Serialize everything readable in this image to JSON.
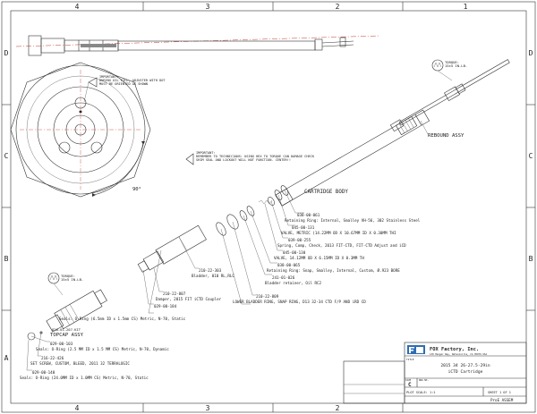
{
  "grid": {
    "cols": [
      "4",
      "3",
      "2",
      "1"
    ],
    "rows": [
      "D",
      "C",
      "B",
      "A"
    ]
  },
  "notes": {
    "important_fill": [
      "IMPORTANT:",
      "DURING OIL FILL, ADJUSTER WITH DOT",
      "MUST BE ORIENTED AS SHOWN"
    ],
    "important_remind": [
      "IMPORTANT:",
      "REMEMBER TO TECHNICIANS: USING HEX TO TORQUE CAN DAMAGE CHECK",
      "SHIM SEAL AND LOCKOUT WILL NOT FUNCTION. CENTER!!"
    ],
    "angle": "90°"
  },
  "torque_labels": {
    "top": [
      "TORQUE:",
      "15±5 IN.LB."
    ],
    "bottom": [
      "TORQUE:",
      "15±5 IN.LB."
    ]
  },
  "assembly_labels": {
    "rebound": "REBOUND ASSY",
    "cartridge": "CARTRIDGE BODY",
    "topcap": "TOPCAP ASSY",
    "topcap_part": "820-01-207-KIT"
  },
  "callouts": [
    {
      "part": "038-00-061",
      "desc": "Retaining Ring: Internal, Smalley VH-56, 302 Stainless Steel"
    },
    {
      "part": "045-00-131",
      "desc": "VALVE, METRIC (14.22MM OD X 10.67MM ID X 0.30MM THI"
    },
    {
      "part": "039-00-255",
      "desc": "Spring, Comp, Check, 2013 FIT-CTD, FIT-CTD Adjust and iCD"
    },
    {
      "part": "045-00-130",
      "desc": "VALVE, 14.12MM OD X 6.15MM ID X 0.3MM TH"
    },
    {
      "part": "038-00-065",
      "desc": "Retaining Ring: Snap, Smalley, Internal, Custom, Ø.923 BORE"
    },
    {
      "part": "241-01-026",
      "desc": "Bladder retainer, Oil RC2"
    },
    {
      "part": "210-22-809",
      "desc": "LOWER BLADDER RING, SNAP RING, D13 32-34 CTD F/P AND iRD CD"
    },
    {
      "part": "210-22-303",
      "desc": "Bladder, 010 RL,RLC"
    },
    {
      "part": "210-22-807",
      "desc": "Damper, 2015 FIT iCTD Coupler"
    },
    {
      "part": "029-00-184",
      "desc": "Seals: O-Ring (6.5mm ID x 1.5mm CS) Metric, N-70, Static"
    },
    {
      "part": "029-00-103",
      "desc": "Seals: O-Ring (2.5 MM ID x 1.5 MM CS) Metric, N-70, Dynamic"
    },
    {
      "part": "216-22-426",
      "desc": "SET SCREW, CUSTOM, BLEED, 2011 32 TERRALOGIC"
    },
    {
      "part": "029-00-140",
      "desc": "Seals: O-Ring (24.0MM ID x 1.0MM CS) Metric, N-70, Static"
    }
  ],
  "title_block": {
    "company": "FOX Factory, Inc.",
    "address": "130 Hangar Way, Watsonville, CA 95076 USA",
    "title_label": "TITLE",
    "title_line1": "2015 34 26-27.5-29in",
    "title_line2": "iCTD Cartridge",
    "size_label": "SIZE",
    "size": "C",
    "dwg_label": "DWG NO.",
    "scale": "PLOT SCALE: 1:1",
    "sheet": "SHEET 1 OF 1",
    "footer": "ProE ASSEM"
  }
}
